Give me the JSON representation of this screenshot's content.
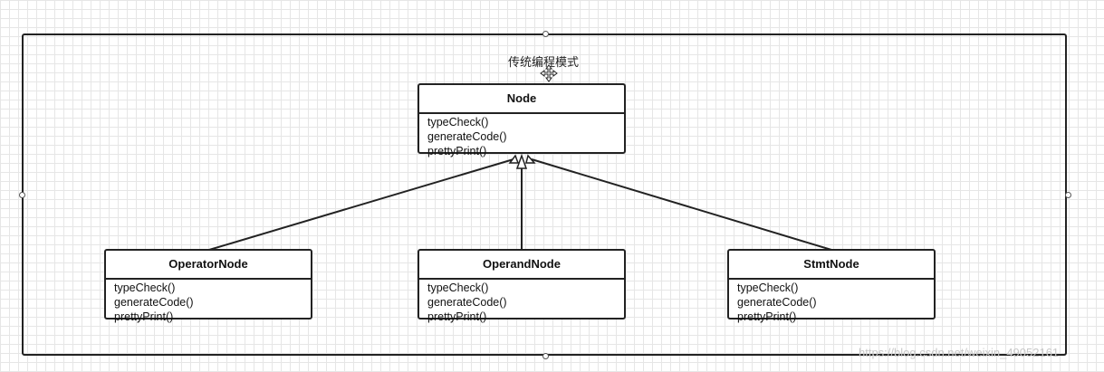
{
  "frame": {
    "title": "传统编程模式"
  },
  "classes": {
    "node": {
      "name": "Node",
      "methods": [
        "typeCheck()",
        "generateCode()",
        "prettyPrint()"
      ]
    },
    "operator_node": {
      "name": "OperatorNode",
      "methods": [
        "typeCheck()",
        "generateCode()",
        "prettyPrint()"
      ]
    },
    "operand_node": {
      "name": "OperandNode",
      "methods": [
        "typeCheck()",
        "generateCode()",
        "prettyPrint()"
      ]
    },
    "stmt_node": {
      "name": "StmtNode",
      "methods": [
        "typeCheck()",
        "generateCode()",
        "prettyPrint()"
      ]
    }
  },
  "relations": [
    {
      "from": "OperatorNode",
      "to": "Node",
      "type": "inheritance"
    },
    {
      "from": "OperandNode",
      "to": "Node",
      "type": "inheritance"
    },
    {
      "from": "StmtNode",
      "to": "Node",
      "type": "inheritance"
    }
  ],
  "watermark": "https://blog.csdn.net/weixin_49052161",
  "colors": {
    "line": "#222222",
    "grid": "#e6e6e6",
    "handle_border": "#555555"
  }
}
